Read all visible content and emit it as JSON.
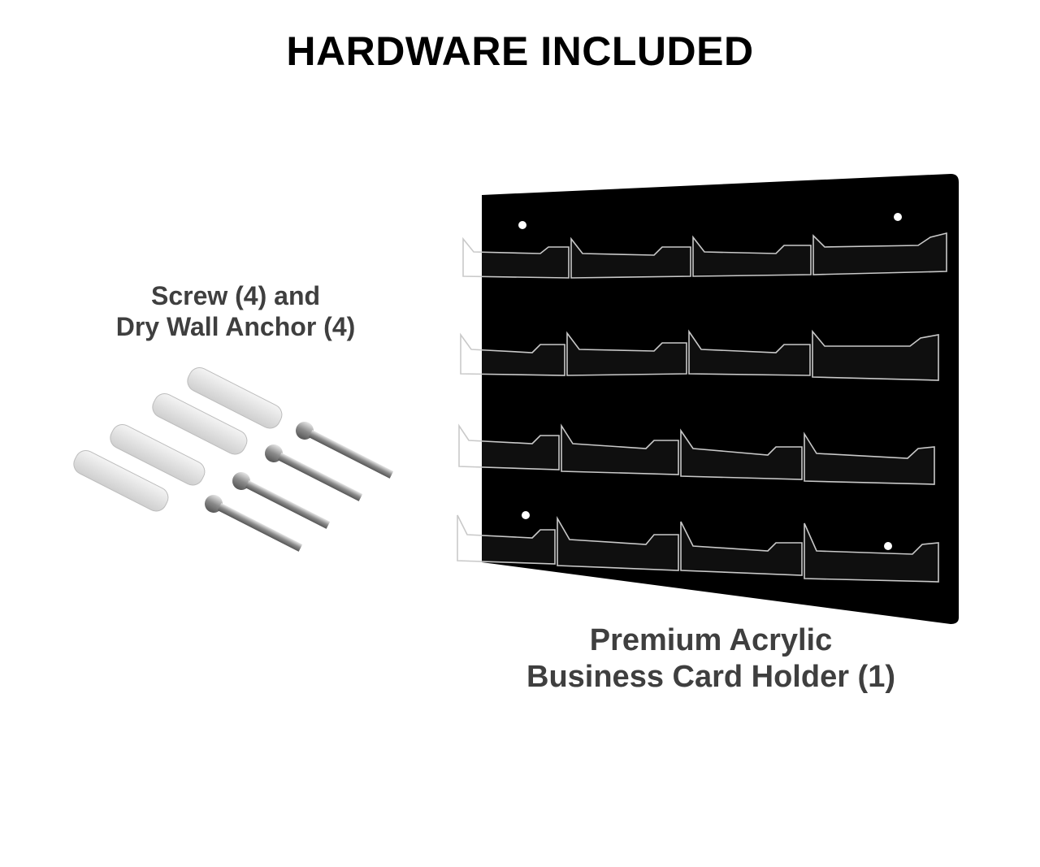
{
  "title": "HARDWARE INCLUDED",
  "hardware": {
    "label_line1": "Screw (4) and",
    "label_line2": "Dry Wall Anchor (4)",
    "screw_count": 4,
    "anchor_count": 4
  },
  "holder": {
    "label_line1": "Premium Acrylic",
    "label_line2": "Business Card Holder (1)",
    "rows": 4,
    "columns": 4,
    "panel_color": "#000000"
  }
}
